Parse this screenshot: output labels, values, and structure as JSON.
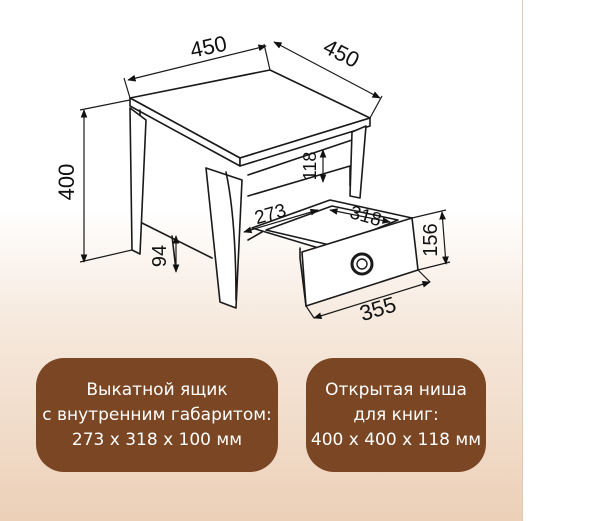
{
  "dimensions": {
    "top_width": "450",
    "top_depth": "450",
    "height": "400",
    "niche_height": "118",
    "drawer_inner_depth": "273",
    "drawer_inner_width": "318",
    "drawer_front_height": "156",
    "leg_clearance": "94",
    "drawer_front_width": "355"
  },
  "cards": {
    "drawer": {
      "line1": "Выкатной ящик",
      "line2": "с внутренним габаритом:",
      "line3": "273 х 318 х 100 мм"
    },
    "niche": {
      "line1": "Открытая ниша",
      "line2": "для книг:",
      "line3": "400 х 400 х 118 мм"
    }
  },
  "colors": {
    "card_background": "#7a4623",
    "line": "#1a1a1a"
  }
}
